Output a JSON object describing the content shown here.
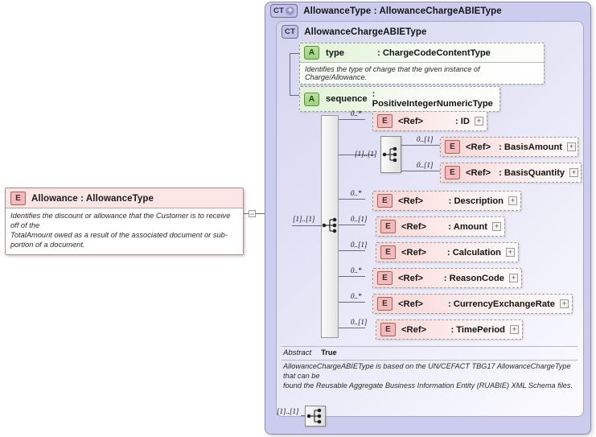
{
  "diagram": {
    "type": "xsd-schema-diagram",
    "left_element": {
      "icon": "element-badge-E",
      "badge": "E",
      "title": "Allowance : AllowanceType",
      "documentation": "Identifies the discount or allowance that the Customer is to receive off of the\nTotalAmount owed as a result of the associated document or sub-portion of a document.",
      "collapse_toggle": "−"
    },
    "outer_type": {
      "icon": "complextype-badge-CT-plus",
      "badge": "CT",
      "expand": "+",
      "title": "AllowanceType : AllowanceChargeABIEType"
    },
    "inner_type": {
      "icon": "complextype-badge-CT",
      "badge": "CT",
      "title": "AllowanceChargeABIEType"
    },
    "attributes": [
      {
        "badge": "A",
        "icon": "attribute-badge-A",
        "name": "type",
        "type": ": ChargeCodeContentType",
        "documentation": "Identifies the type of charge that the given instance of Charge/Allowance."
      },
      {
        "badge": "A",
        "icon": "attribute-badge-A",
        "name": "sequence",
        "type": ": PositiveIntegerNumericType",
        "documentation": ""
      }
    ],
    "root_sequence": {
      "icon": "sequence-compositor-icon",
      "multiplicity": "[1]..[1]"
    },
    "nested_sequence": {
      "icon": "sequence-compositor-icon",
      "multiplicity": "[1]..[1]"
    },
    "footer_sequence": {
      "icon": "sequence-compositor-icon",
      "multiplicity": "[1]..[1]"
    },
    "elements": [
      {
        "badge": "E",
        "icon": "element-badge-E",
        "ref": "<Ref>",
        "name": ": ID",
        "multiplicity": "0..*",
        "expand": "+",
        "group": "root"
      },
      {
        "badge": "E",
        "icon": "element-badge-E",
        "ref": "<Ref>",
        "name": ": BasisAmount",
        "multiplicity": "0..[1]",
        "expand": "+",
        "group": "nested"
      },
      {
        "badge": "E",
        "icon": "element-badge-E",
        "ref": "<Ref>",
        "name": ": BasisQuantity",
        "multiplicity": "0..[1]",
        "expand": "+",
        "group": "nested"
      },
      {
        "badge": "E",
        "icon": "element-badge-E",
        "ref": "<Ref>",
        "name": ": Description",
        "multiplicity": "0..*",
        "expand": "+",
        "group": "root"
      },
      {
        "badge": "E",
        "icon": "element-badge-E",
        "ref": "<Ref>",
        "name": ": Amount",
        "multiplicity": "0..[1]",
        "expand": "+",
        "group": "root"
      },
      {
        "badge": "E",
        "icon": "element-badge-E",
        "ref": "<Ref>",
        "name": ": Calculation",
        "multiplicity": "0..[1]",
        "expand": "+",
        "group": "root"
      },
      {
        "badge": "E",
        "icon": "element-badge-E",
        "ref": "<Ref>",
        "name": ": ReasonCode",
        "multiplicity": "0..*",
        "expand": "+",
        "group": "root"
      },
      {
        "badge": "E",
        "icon": "element-badge-E",
        "ref": "<Ref>",
        "name": ": CurrencyExchangeRate",
        "multiplicity": "0..*",
        "expand": "+",
        "group": "root"
      },
      {
        "badge": "E",
        "icon": "element-badge-E",
        "ref": "<Ref>",
        "name": ": TimePeriod",
        "multiplicity": "0..[1]",
        "expand": "+",
        "group": "root"
      }
    ],
    "footer": {
      "abstract_label": "Abstract",
      "abstract_value": "True",
      "documentation": "AllowanceChargeABIEType is based on the UN/CEFACT TBG17 AllowanceChargeType that can be\nfound the Reusable Aggregate Business Information Entity (RUABIE) XML Schema files."
    }
  }
}
